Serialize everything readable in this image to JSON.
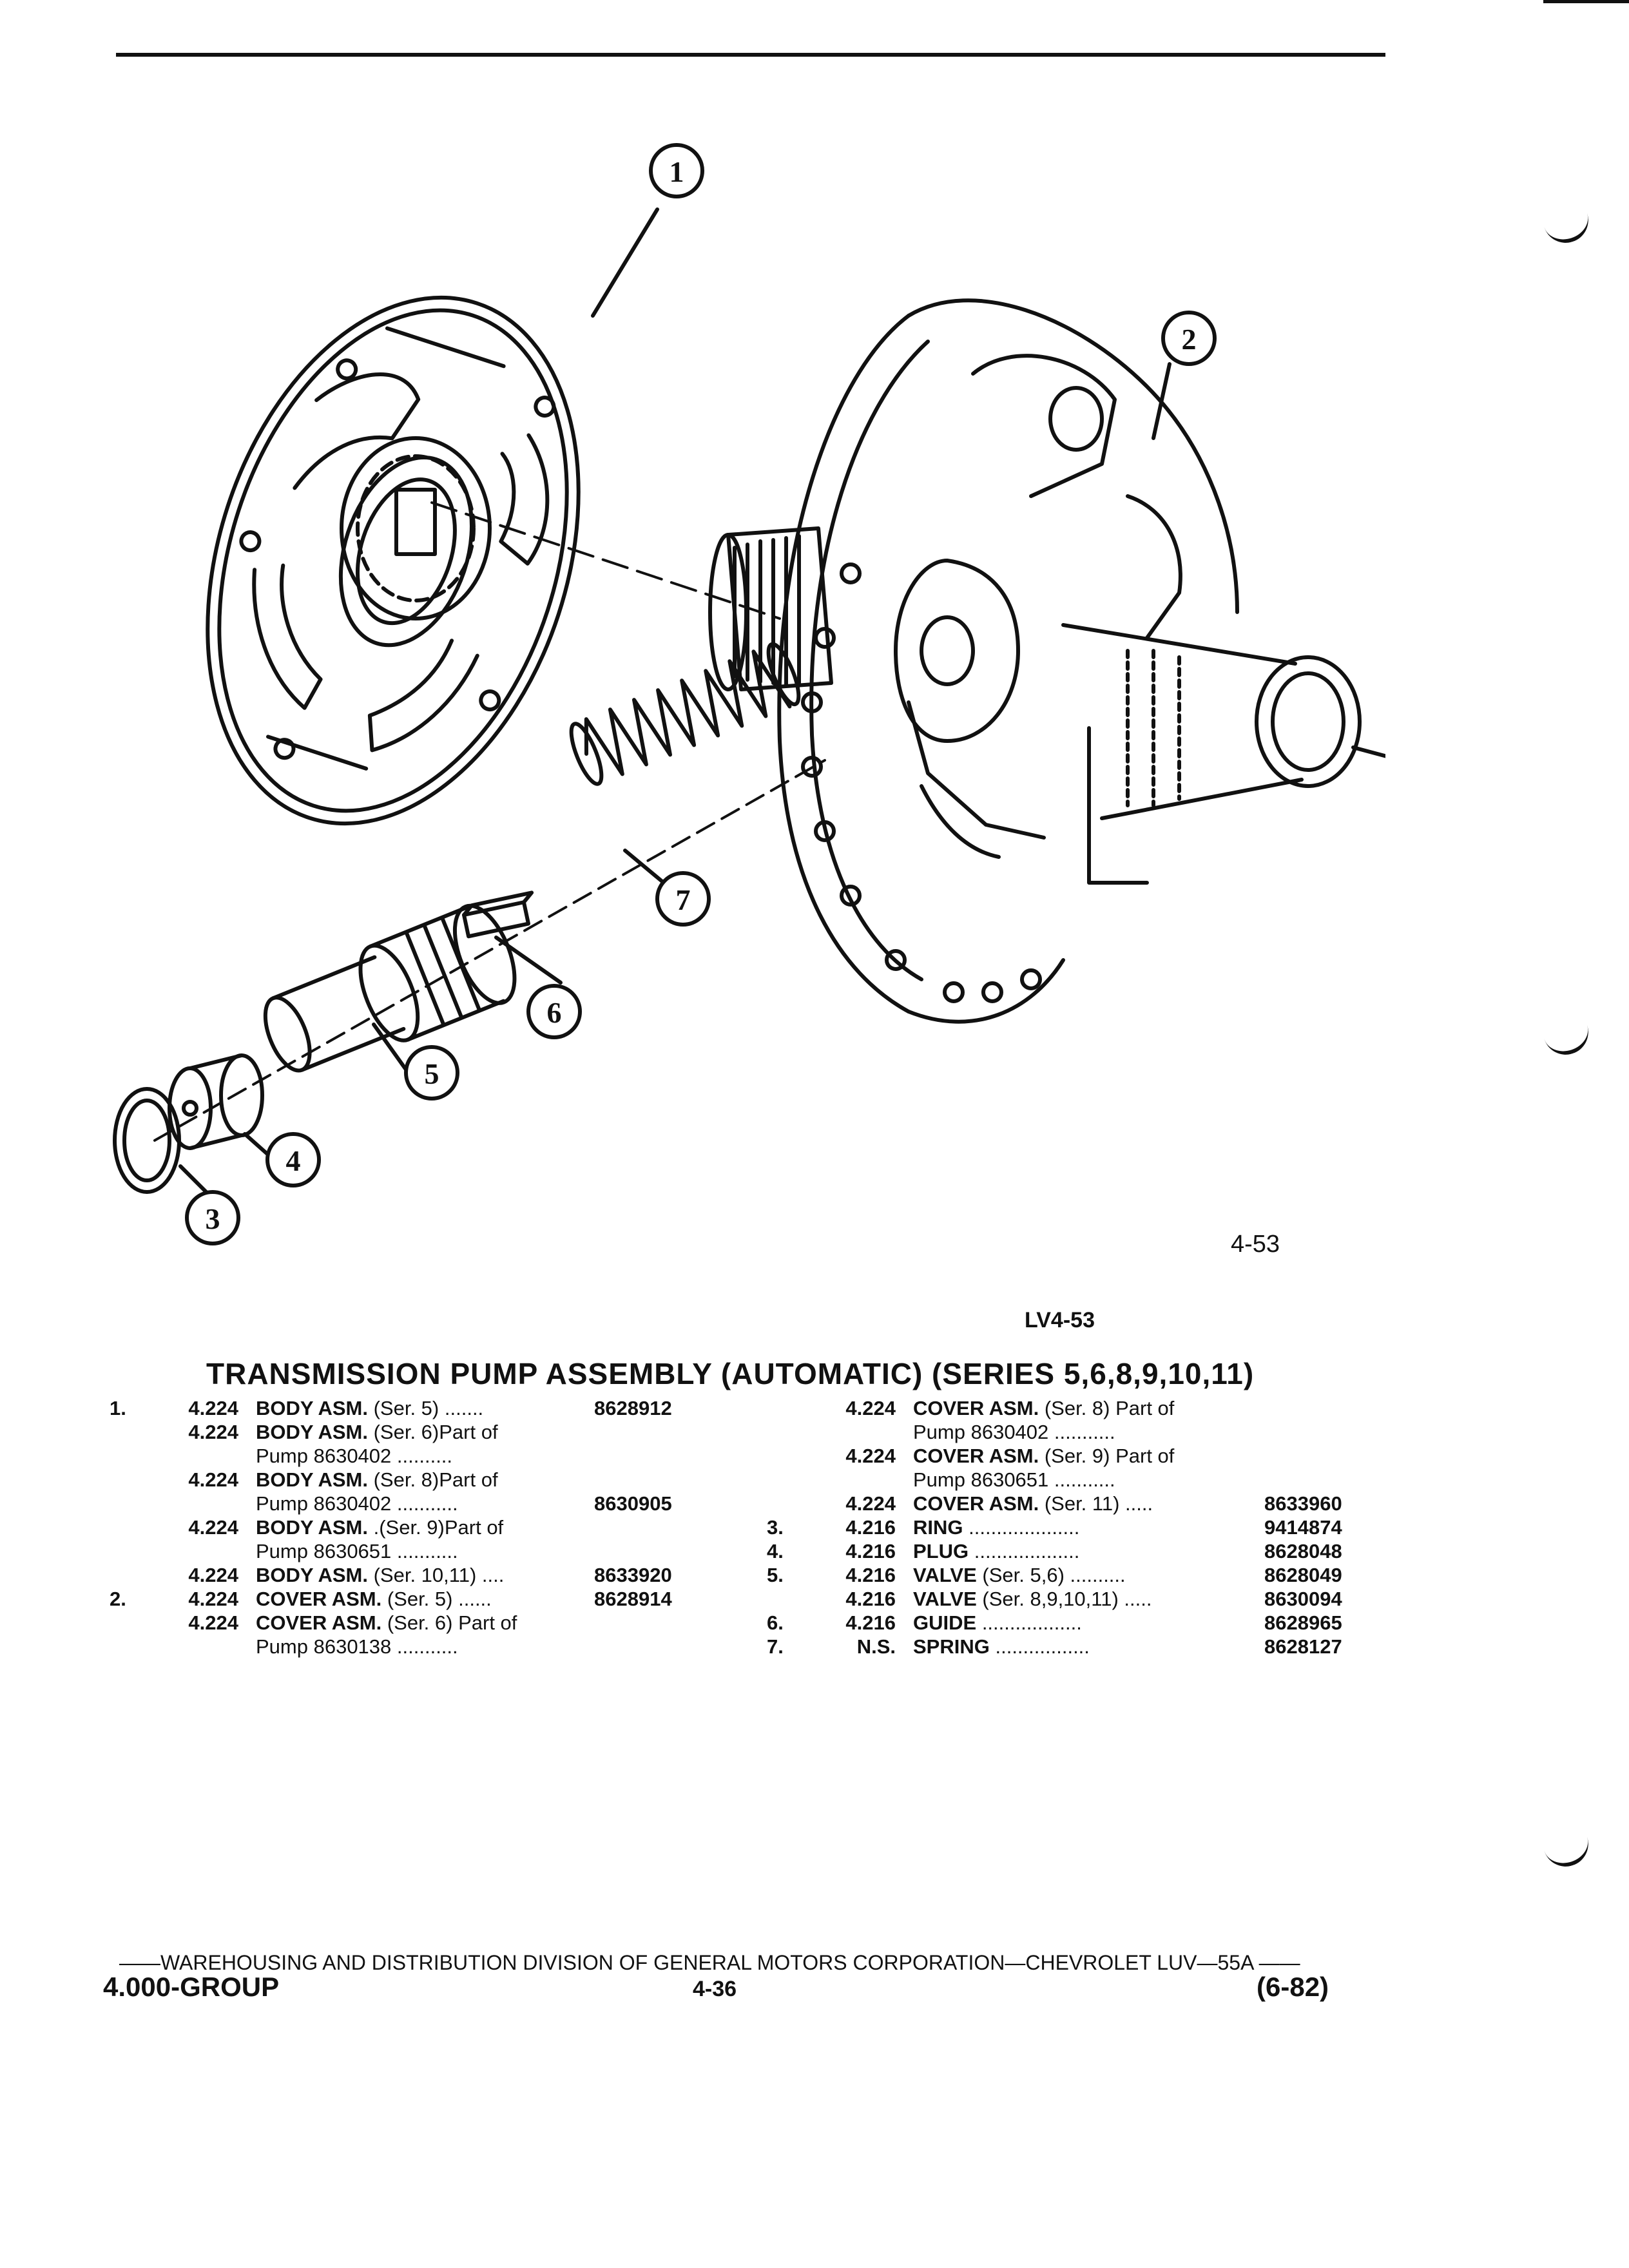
{
  "figure": {
    "number": "4-53",
    "code": "LV4-53",
    "callouts": [
      "1",
      "2",
      "3",
      "4",
      "5",
      "6",
      "7"
    ]
  },
  "title": "TRANSMISSION PUMP ASSEMBLY (AUTOMATIC) (SERIES 5,6,8,9,10,11)",
  "parts_left": [
    {
      "key": "1.",
      "group": "4.224",
      "name": "BODY ASM.",
      "detail": "(Ser. 5)",
      "dots": ".......",
      "part": "8628912"
    },
    {
      "key": "",
      "group": "4.224",
      "name": "BODY ASM.",
      "detail": "(Ser. 6)Part of",
      "dots": "",
      "part": ""
    },
    {
      "key": "",
      "group": "",
      "name": "",
      "detail": "Pump 8630402",
      "dots": "..........",
      "part": ""
    },
    {
      "key": "",
      "group": "4.224",
      "name": "BODY ASM.",
      "detail": "(Ser. 8)Part of",
      "dots": "",
      "part": ""
    },
    {
      "key": "",
      "group": "",
      "name": "",
      "detail": "Pump 8630402",
      "dots": "...........",
      "part": "8630905"
    },
    {
      "key": "",
      "group": "4.224",
      "name": "BODY ASM.",
      "detail": ".(Ser. 9)Part of",
      "dots": "",
      "part": ""
    },
    {
      "key": "",
      "group": "",
      "name": "",
      "detail": "Pump 8630651",
      "dots": "...........",
      "part": ""
    },
    {
      "key": "",
      "group": "4.224",
      "name": "BODY ASM.",
      "detail": "(Ser. 10,11)",
      "dots": "....",
      "part": "8633920"
    },
    {
      "key": "2.",
      "group": "4.224",
      "name": "COVER ASM.",
      "detail": "(Ser. 5)",
      "dots": "......",
      "part": "8628914"
    },
    {
      "key": "",
      "group": "4.224",
      "name": "COVER ASM.",
      "detail": "(Ser. 6) Part of",
      "dots": "",
      "part": ""
    },
    {
      "key": "",
      "group": "",
      "name": "",
      "detail": "Pump 8630138",
      "dots": "...........",
      "part": ""
    }
  ],
  "parts_right": [
    {
      "key": "",
      "group": "4.224",
      "name": "COVER ASM.",
      "detail": "(Ser. 8) Part of",
      "dots": "",
      "part": ""
    },
    {
      "key": "",
      "group": "",
      "name": "",
      "detail": "Pump 8630402",
      "dots": "...........",
      "part": ""
    },
    {
      "key": "",
      "group": "4.224",
      "name": "COVER ASM.",
      "detail": "(Ser. 9) Part of",
      "dots": "",
      "part": ""
    },
    {
      "key": "",
      "group": "",
      "name": "",
      "detail": "Pump 8630651",
      "dots": "...........",
      "part": ""
    },
    {
      "key": "",
      "group": "4.224",
      "name": "COVER ASM.",
      "detail": "(Ser. 11)",
      "dots": ".....",
      "part": "8633960"
    },
    {
      "key": "3.",
      "group": "4.216",
      "name": "RING",
      "detail": "",
      "dots": "....................",
      "part": "9414874"
    },
    {
      "key": "4.",
      "group": "4.216",
      "name": "PLUG",
      "detail": "",
      "dots": "...................",
      "part": "8628048"
    },
    {
      "key": "5.",
      "group": "4.216",
      "name": "VALVE",
      "detail": "(Ser. 5,6)",
      "dots": "..........",
      "part": "8628049"
    },
    {
      "key": "",
      "group": "4.216",
      "name": "VALVE",
      "detail": "(Ser. 8,9,10,11)",
      "dots": ".....",
      "part": "8630094"
    },
    {
      "key": "6.",
      "group": "4.216",
      "name": "GUIDE",
      "detail": "",
      "dots": "..................",
      "part": "8628965"
    },
    {
      "key": "7.",
      "group": "N.S.",
      "name": "SPRING",
      "detail": "",
      "dots": ".................",
      "part": "8628127"
    }
  ],
  "footer": {
    "line": "——WAREHOUSING AND DISTRIBUTION DIVISION OF GENERAL MOTORS CORPORATION—CHEVROLET LUV—55A ——",
    "group": "4.000-GROUP",
    "page": "4-36",
    "date": "(6-82)"
  }
}
